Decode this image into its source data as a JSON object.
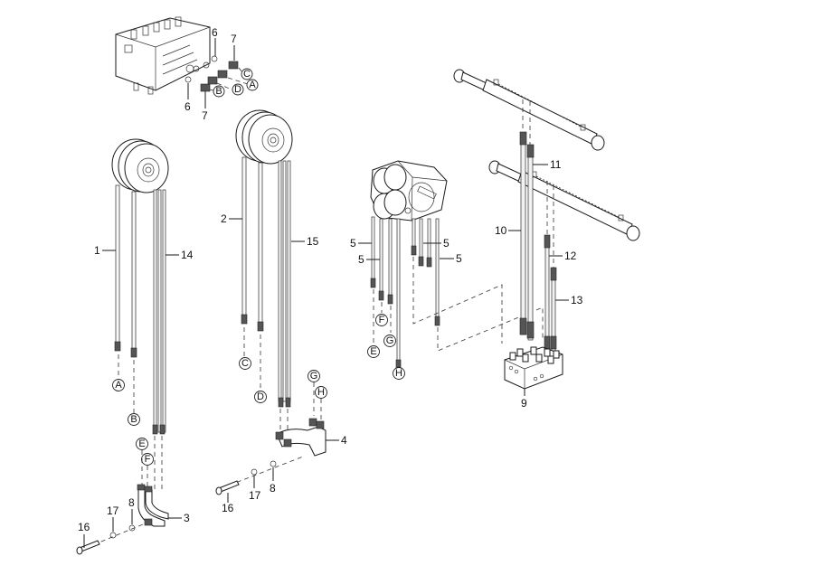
{
  "diagram": {
    "title": "Hydraulic hose routing exploded parts diagram",
    "part_numbers": {
      "p1": "1",
      "p2": "2",
      "p3": "3",
      "p4": "4",
      "p5": "5",
      "p6": "6",
      "p7": "7",
      "p8": "8",
      "p9": "9",
      "p10": "10",
      "p11": "11",
      "p12": "12",
      "p13": "13",
      "p14": "14",
      "p15": "15",
      "p16": "16",
      "p17": "17"
    },
    "connection_markers": {
      "A": "A",
      "B": "B",
      "C": "C",
      "D": "D",
      "E": "E",
      "F": "F",
      "G": "G",
      "H": "H"
    },
    "assemblies": [
      {
        "name": "control-valve-block",
        "parts": [
          "6",
          "7"
        ],
        "ports": [
          "A",
          "B",
          "C",
          "D"
        ]
      },
      {
        "name": "hose-reel-left",
        "parts": [
          "1",
          "14"
        ],
        "ports": [
          "A",
          "B",
          "E",
          "F"
        ]
      },
      {
        "name": "hose-reel-middle",
        "parts": [
          "2",
          "15"
        ],
        "ports": [
          "C",
          "D",
          "G",
          "H"
        ]
      },
      {
        "name": "pipe-bracket-left",
        "parts": [
          "3",
          "8",
          "16",
          "17"
        ],
        "ports": [
          "E",
          "F"
        ]
      },
      {
        "name": "pipe-bracket-right",
        "parts": [
          "4",
          "8",
          "16",
          "17"
        ],
        "ports": [
          "G",
          "H"
        ]
      },
      {
        "name": "quad-reel-unit",
        "parts": [
          "5"
        ],
        "ports": [
          "E",
          "F",
          "G",
          "H"
        ]
      },
      {
        "name": "hydraulic-cylinders",
        "parts": [
          "10",
          "11",
          "12",
          "13"
        ]
      },
      {
        "name": "manifold-block",
        "parts": [
          "9"
        ]
      }
    ]
  }
}
